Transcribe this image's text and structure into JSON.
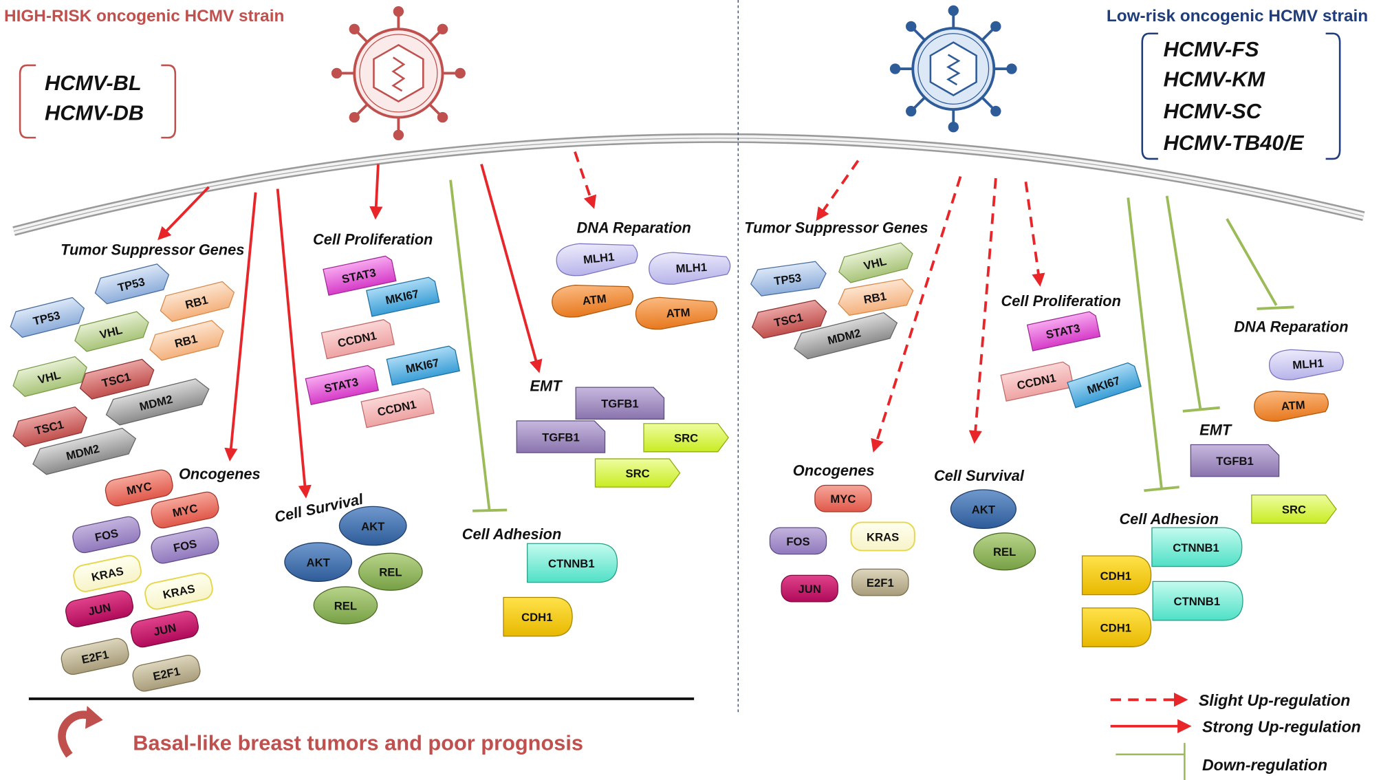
{
  "left_panel": {
    "title": "HIGH-RISK oncogenic HCMV strain",
    "strains": [
      "HCMV-BL",
      "HCMV-DB"
    ],
    "labels": {
      "tsg": "Tumor Suppressor Genes",
      "prolif": "Cell Proliferation",
      "dna": "DNA Reparation",
      "emt": "EMT",
      "onco": "Oncogenes",
      "surv": "Cell Survival",
      "adh": "Cell Adhesion"
    },
    "genes": {
      "tp53_a": "TP53",
      "tp53_b": "TP53",
      "rb1_a": "RB1",
      "rb1_b": "RB1",
      "vhl_a": "VHL",
      "vhl_b": "VHL",
      "tsc1_a": "TSC1",
      "tsc1_b": "TSC1",
      "mdm2_a": "MDM2",
      "mdm2_b": "MDM2",
      "stat3_a": "STAT3",
      "stat3_b": "STAT3",
      "mki67_a": "MKI67",
      "mki67_b": "MKI67",
      "ccdn1_a": "CCDN1",
      "ccdn1_b": "CCDN1",
      "mlh1_a": "MLH1",
      "mlh1_b": "MLH1",
      "atm_a": "ATM",
      "atm_b": "ATM",
      "tgfb1_a": "TGFB1",
      "tgfb1_b": "TGFB1",
      "src_a": "SRC",
      "src_b": "SRC",
      "myc_a": "MYC",
      "myc_b": "MYC",
      "fos_a": "FOS",
      "fos_b": "FOS",
      "kras_a": "KRAS",
      "kras_b": "KRAS",
      "jun_a": "JUN",
      "jun_b": "JUN",
      "e2f1_a": "E2F1",
      "e2f1_b": "E2F1",
      "akt_a": "AKT",
      "akt_b": "AKT",
      "rel_a": "REL",
      "rel_b": "REL",
      "ctnnb1": "CTNNB1",
      "cdh1": "CDH1"
    },
    "outcome": "Basal-like breast tumors and poor prognosis"
  },
  "right_panel": {
    "title": "Low-risk oncogenic HCMV strain",
    "strains": [
      "HCMV-FS",
      "HCMV-KM",
      "HCMV-SC",
      "HCMV-TB40/E"
    ],
    "labels": {
      "tsg": "Tumor Suppressor Genes",
      "prolif": "Cell Proliferation",
      "dna": "DNA Reparation",
      "emt": "EMT",
      "onco": "Oncogenes",
      "surv": "Cell Survival",
      "adh": "Cell Adhesion"
    },
    "genes": {
      "tp53": "TP53",
      "vhl": "VHL",
      "rb1": "RB1",
      "tsc1": "TSC1",
      "mdm2": "MDM2",
      "stat3": "STAT3",
      "ccdn1": "CCDN1",
      "mki67": "MKI67",
      "mlh1": "MLH1",
      "atm": "ATM",
      "tgfb1": "TGFB1",
      "src": "SRC",
      "myc": "MYC",
      "fos": "FOS",
      "kras": "KRAS",
      "jun": "JUN",
      "e2f1": "E2F1",
      "akt": "AKT",
      "rel": "REL",
      "ctnnb1_a": "CTNNB1",
      "ctnnb1_b": "CTNNB1",
      "cdh1_a": "CDH1",
      "cdh1_b": "CDH1"
    }
  },
  "legend": {
    "slight": "Slight Up-regulation",
    "strong": "Strong Up-regulation",
    "down": "Down-regulation"
  },
  "colors": {
    "high_risk": "#c0504d",
    "low_risk": "#1f3d7a",
    "arrow": "#e8262a",
    "inhibit": "#9bbb59"
  }
}
